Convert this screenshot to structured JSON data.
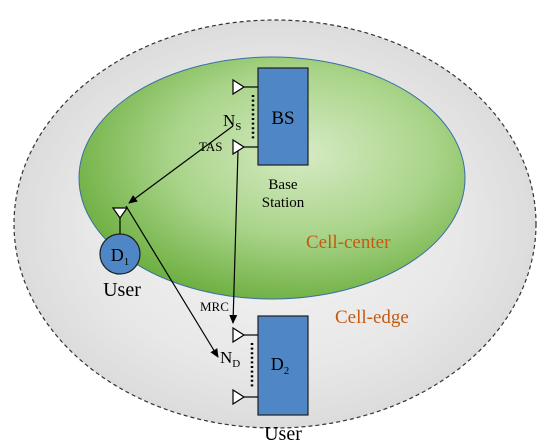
{
  "zones": {
    "cell_edge": {
      "label": "Cell-edge",
      "fill": "#e6e6e6",
      "label_color": "#c55a11"
    },
    "cell_center": {
      "label": "Cell-center",
      "fill": "#8fc760",
      "label_color": "#c55a11"
    }
  },
  "base_station": {
    "box_label": "BS",
    "caption_line1": "Base",
    "caption_line2": "Station",
    "antenna_count_label": "N",
    "antenna_count_sub": "S",
    "scheme_label": "TAS",
    "fill": "#4f86c6"
  },
  "user_d1": {
    "node_label": "D",
    "node_sub": "1",
    "caption": "User",
    "fill": "#4f86c6"
  },
  "user_d2": {
    "box_label": "D",
    "box_sub": "2",
    "caption": "User",
    "antenna_count_label": "N",
    "antenna_count_sub": "D",
    "scheme_label": "MRC",
    "fill": "#4f86c6"
  }
}
